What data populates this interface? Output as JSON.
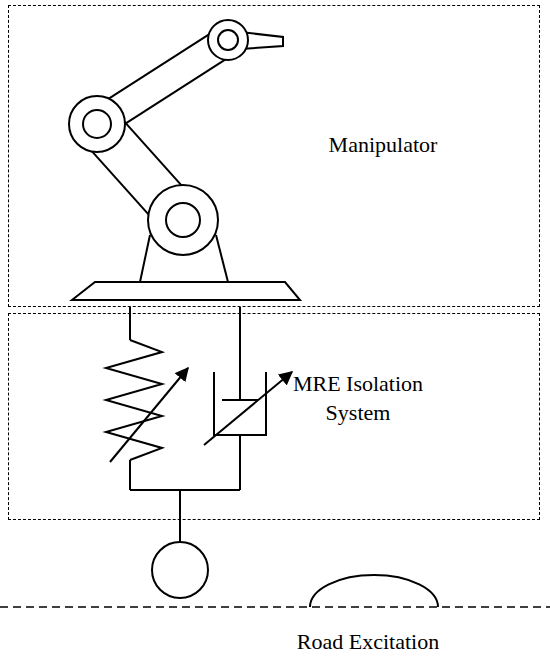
{
  "diagram": {
    "nodes": [
      {
        "text": [
          "Manipulator"
        ]
      },
      {
        "text": [
          "MRE Isolation System"
        ]
      }
    ],
    "labels": [
      "Road Excitation"
    ]
  }
}
